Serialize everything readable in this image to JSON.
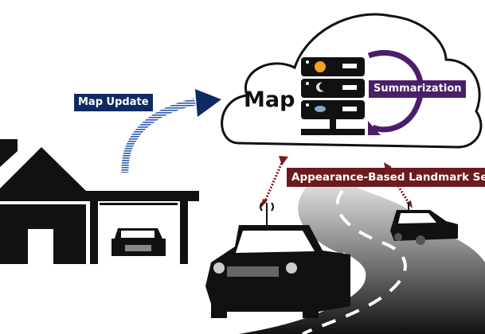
{
  "labels": {
    "map_update": "Map Update",
    "map": "Map",
    "summarization": "Summarization",
    "landmark_selection": "Appearance-Based Landmark Selection"
  },
  "server_rack": {
    "units": [
      {
        "icon": "sun-icon"
      },
      {
        "icon": "moon-icon"
      },
      {
        "icon": "rain-cloud-icon"
      }
    ]
  },
  "colors": {
    "map_update_bg": "#0f2a63",
    "summarization_bg": "#4a1e6a",
    "landmark_bg": "#6b1b1d",
    "arrow_blue": "#2d5aa8",
    "sun": "#f3a21c"
  }
}
